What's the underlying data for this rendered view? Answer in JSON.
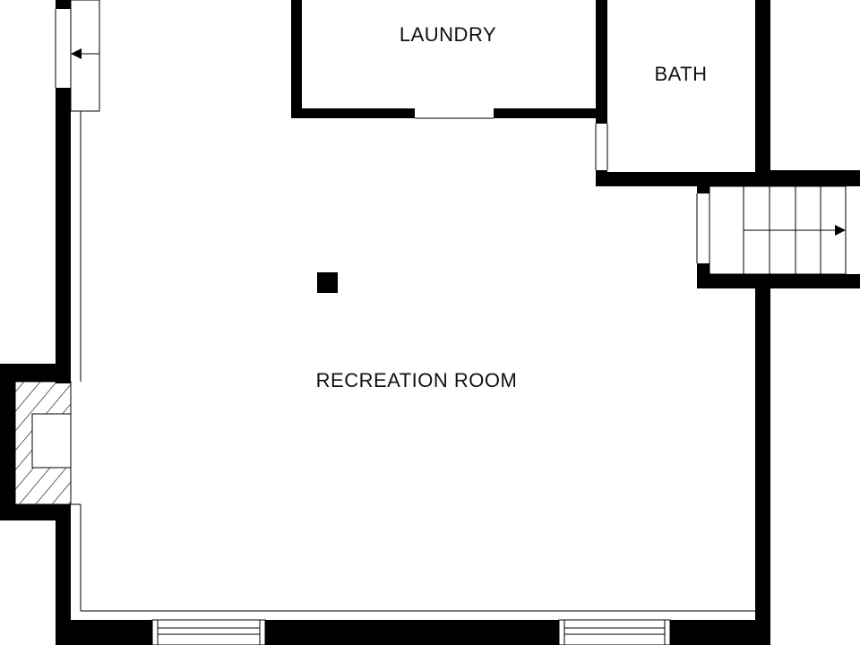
{
  "floorplan": {
    "rooms": [
      {
        "id": "laundry",
        "label": "LAUNDRY"
      },
      {
        "id": "bath",
        "label": "BATH"
      },
      {
        "id": "recreation",
        "label": "RECREATION ROOM"
      }
    ]
  },
  "colors": {
    "wall": "#000000",
    "background": "#ffffff",
    "line": "#000000"
  }
}
